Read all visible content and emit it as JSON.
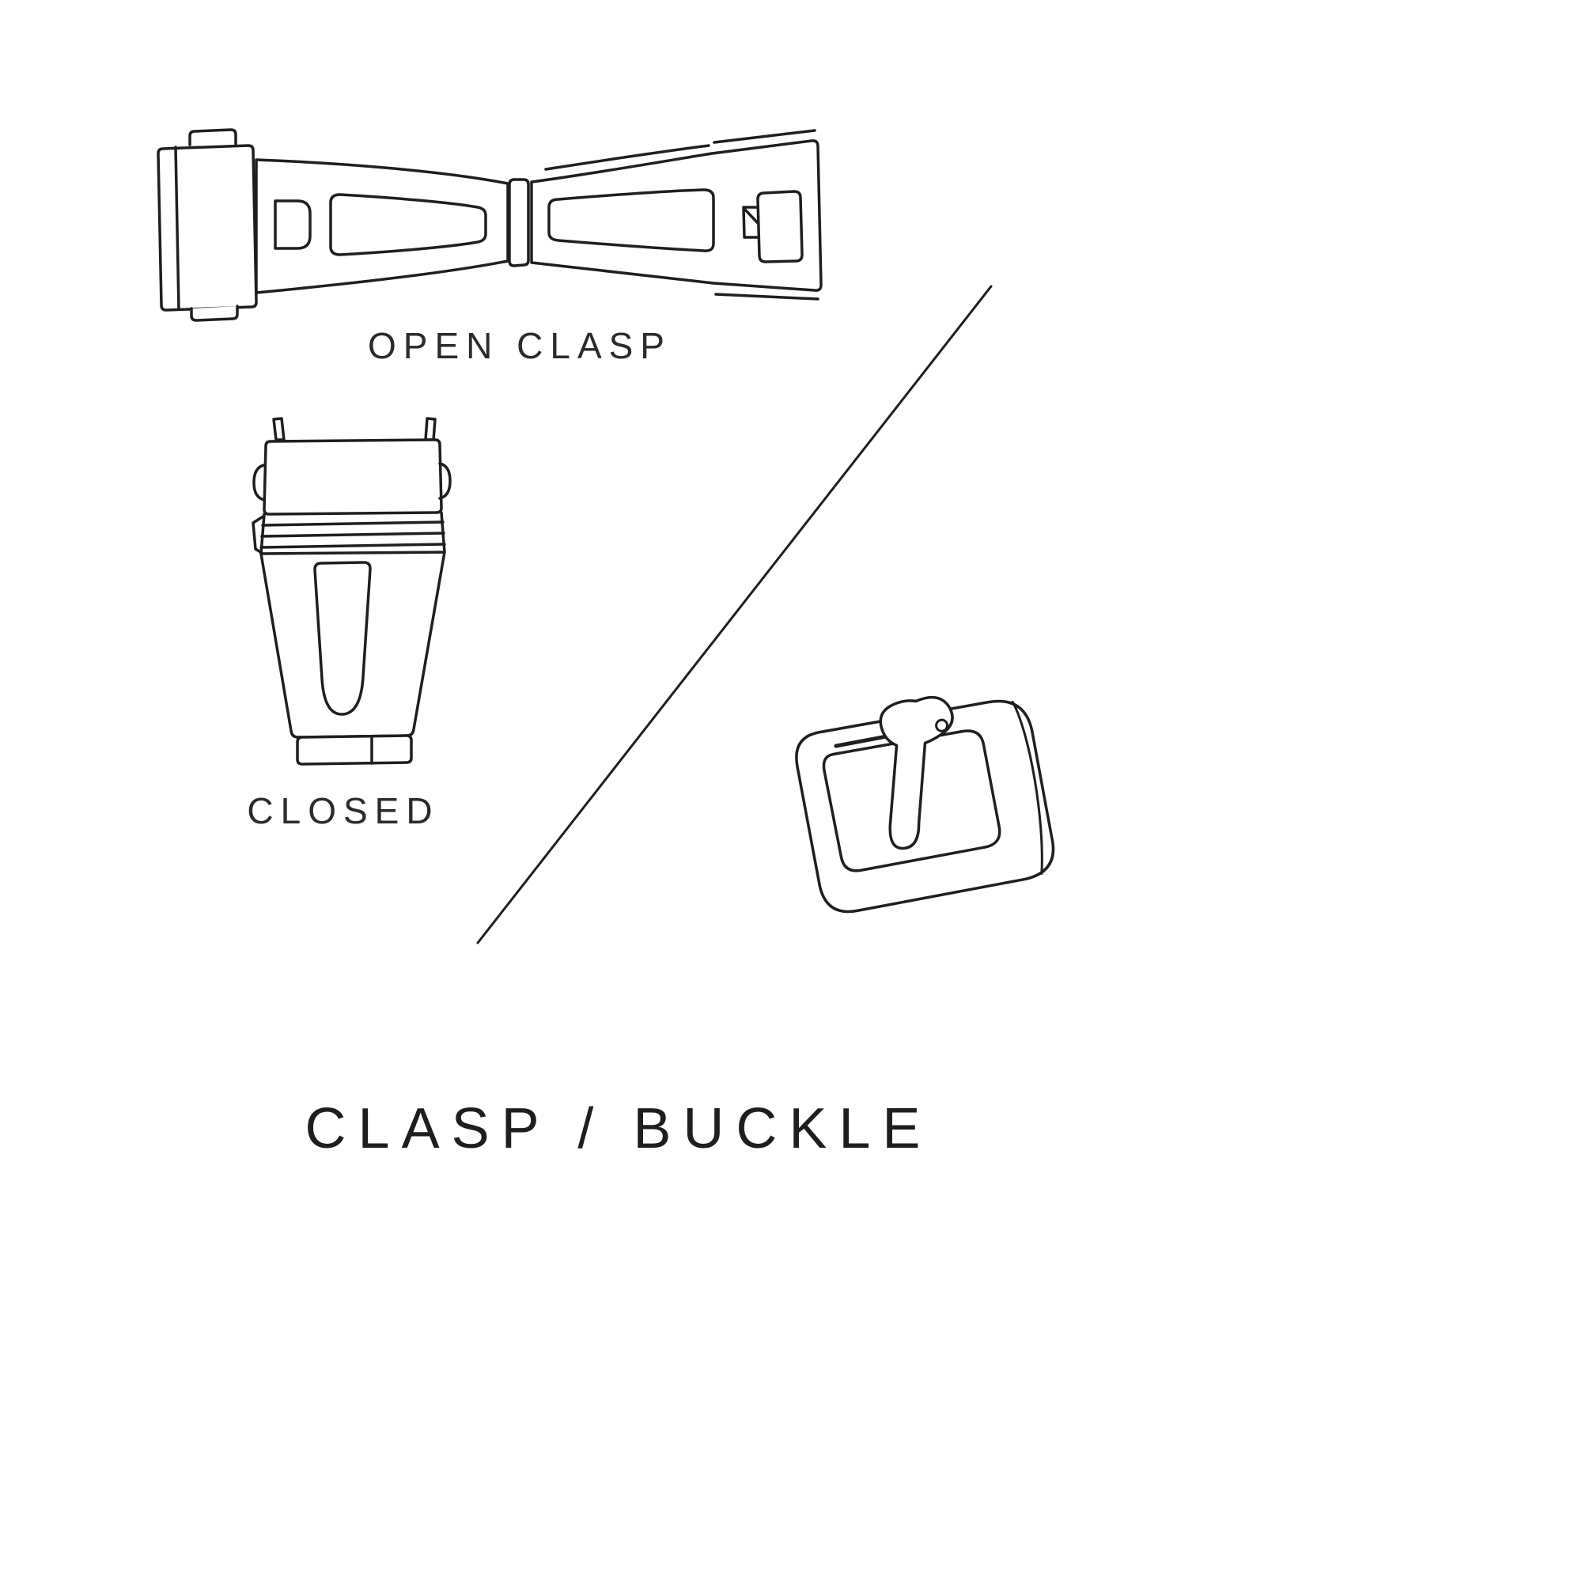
{
  "page": {
    "background_color": "#ffffff",
    "line_color": "#1f1f1f",
    "text_color": "#2b2b2b"
  },
  "diagram": {
    "title": "CLASP / BUCKLE",
    "figures": {
      "open_clasp": {
        "label": "OPEN CLASP",
        "icon": "open-clasp-line-art"
      },
      "closed_clasp": {
        "label": "CLOSED",
        "icon": "closed-clasp-line-art"
      },
      "buckle": {
        "icon": "tang-buckle-line-art"
      }
    },
    "divider": {
      "icon": "diagonal-divider-line"
    }
  }
}
